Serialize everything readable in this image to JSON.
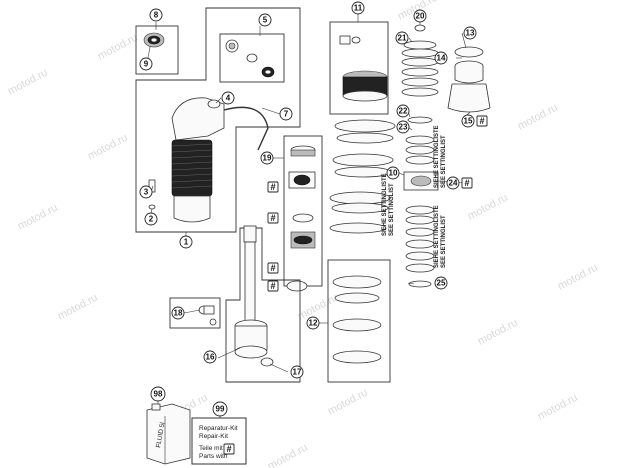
{
  "watermark": "motod.ru",
  "callouts": {
    "c1": "1",
    "c2": "2",
    "c3": "3",
    "c4": "4",
    "c5": "5",
    "c7": "7",
    "c8": "8",
    "c9": "9",
    "c10": "10",
    "c11": "11",
    "c12": "12",
    "c13": "13",
    "c14": "14",
    "c15": "15",
    "c16": "16",
    "c17": "17",
    "c18": "18",
    "c19": "19",
    "c20": "20",
    "c21": "21",
    "c22": "22",
    "c23": "23",
    "c24": "24",
    "c25": "25",
    "c98": "98",
    "c99": "99"
  },
  "hash_symbol": "#",
  "setting_list": {
    "de": "SIEHE SETTINGLISTE",
    "en": "SEE SETTINGLIST"
  },
  "fluid_can_label": "FLUID 5l",
  "repair_kit": {
    "line1": "Reparatur-Kit",
    "line2": "Repair-Kit",
    "line3": "Teile mit",
    "line4": "Parts with"
  }
}
